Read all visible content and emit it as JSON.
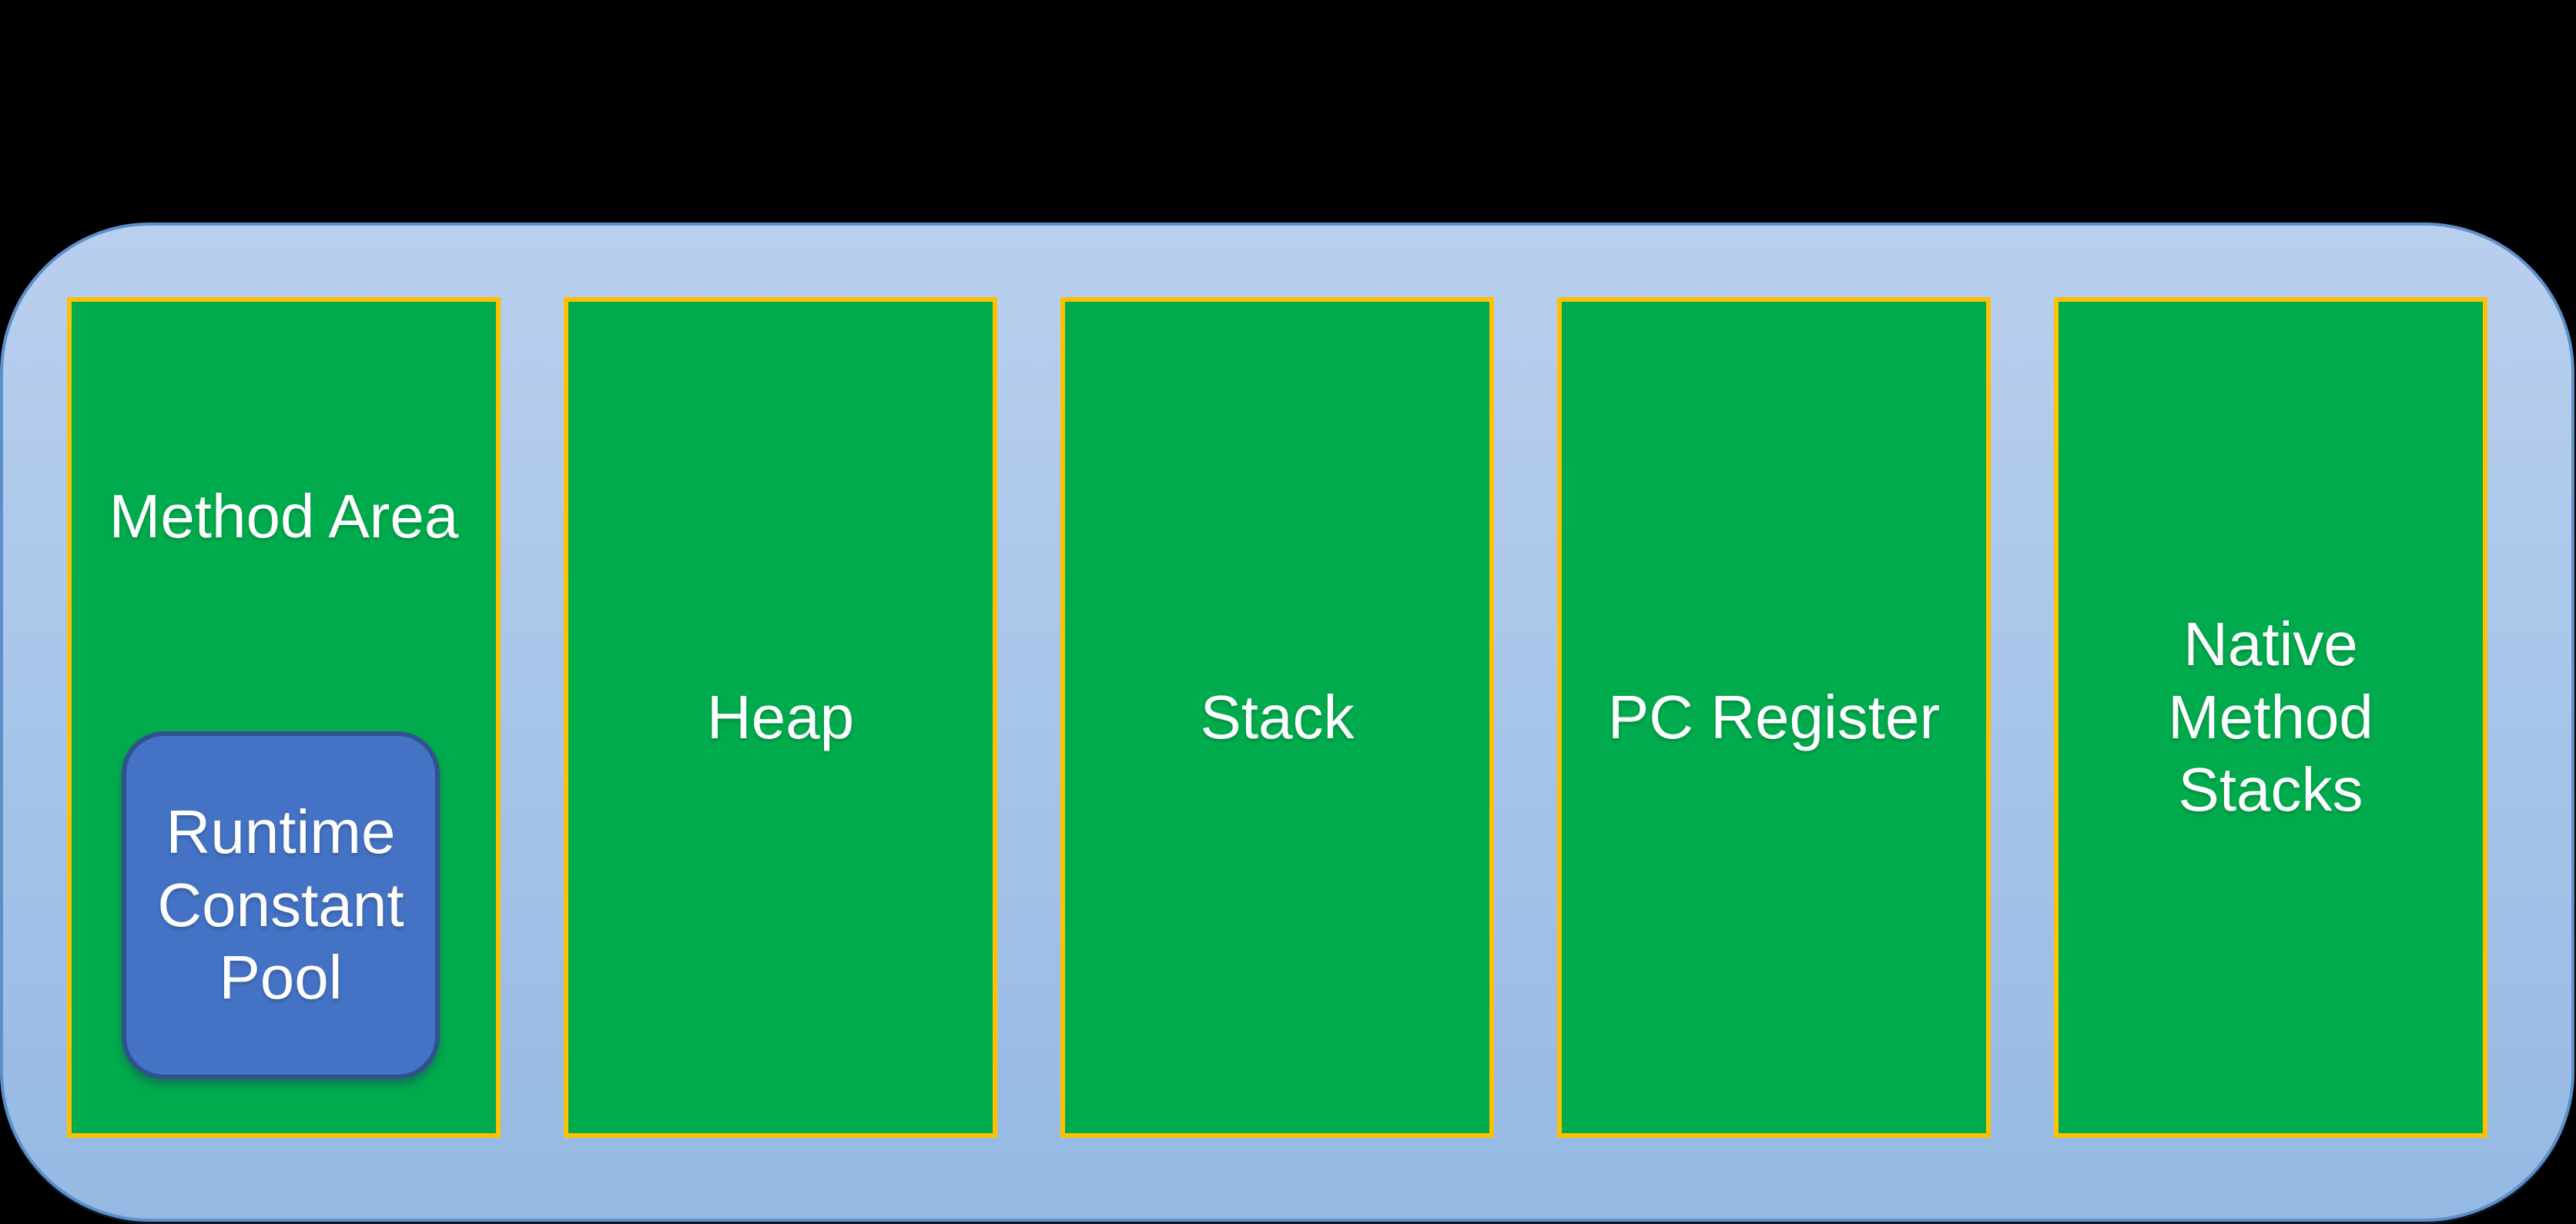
{
  "diagram": {
    "areas": [
      {
        "label": "Method Area",
        "child": {
          "label": "Runtime Constant Pool"
        }
      },
      {
        "label": "Heap"
      },
      {
        "label": "Stack"
      },
      {
        "label": "PC Register"
      },
      {
        "label": "Native Method Stacks"
      }
    ]
  },
  "colors": {
    "background": "#000000",
    "container_fill_top": "#b9cfee",
    "container_fill_mid": "#a9c6ea",
    "container_fill_bottom": "#95b9e3",
    "container_border": "#5d90ca",
    "box_fill": "#00ab4d",
    "box_border": "#ffc000",
    "child_fill": "#4472c4",
    "child_border": "#2f528f",
    "text_color": "#ffffff"
  }
}
